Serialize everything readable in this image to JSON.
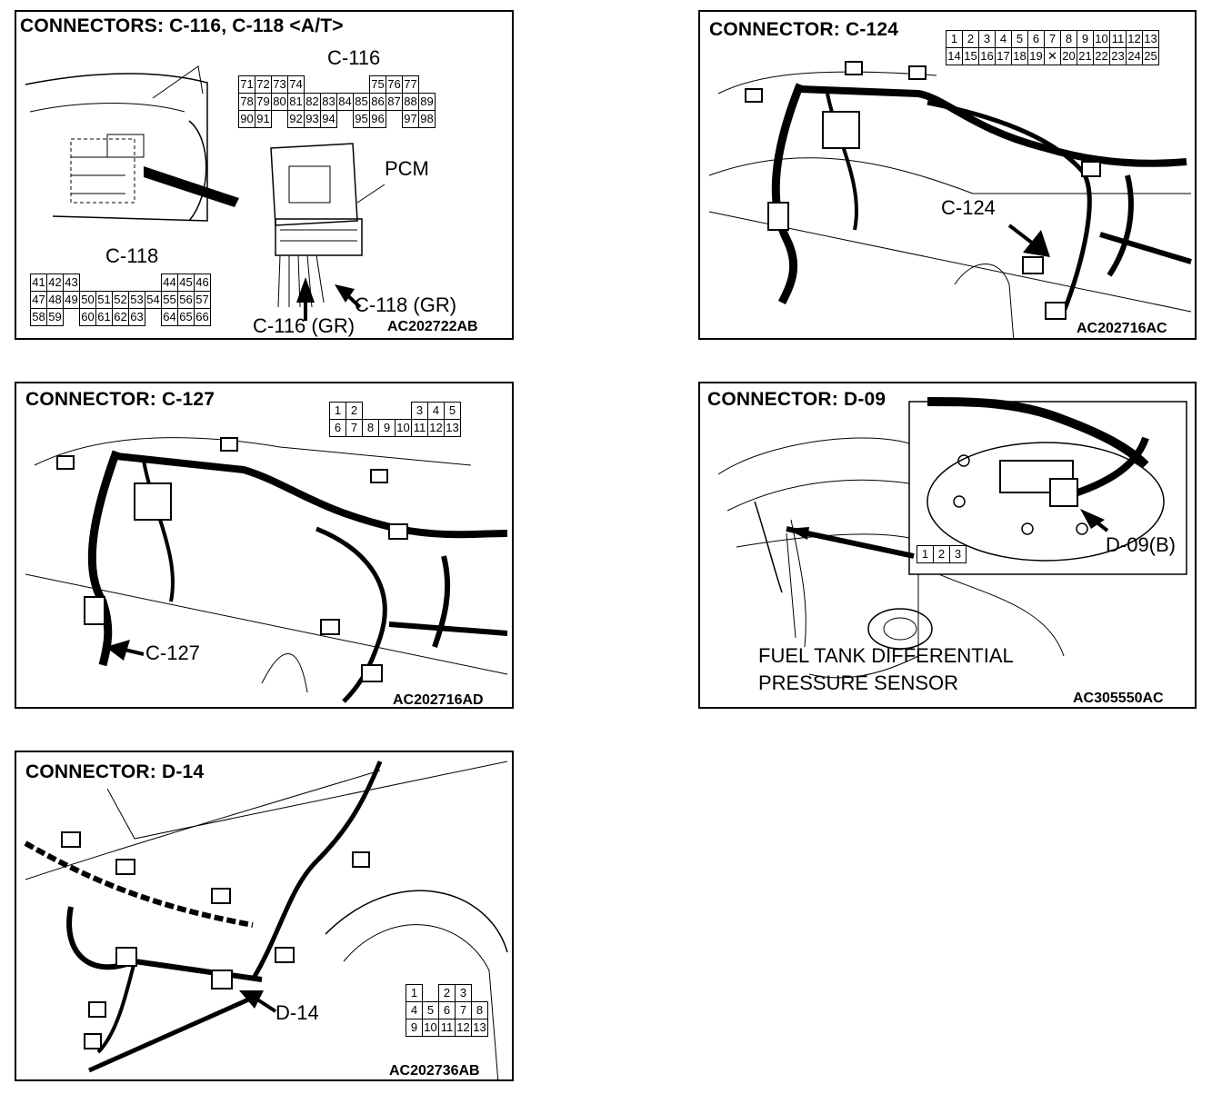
{
  "panels": {
    "c116": {
      "title": "CONNECTORS: C-116, C-118 <A/T>",
      "code": "AC202722AB",
      "c116_label": "C-116",
      "c118_label": "C-118",
      "pcm_label": "PCM",
      "c118_callout": "C-118 (GR)",
      "c116_callout": "C-116 (GR)",
      "c116_pins": [
        [
          "71",
          "72",
          "73",
          "74",
          "",
          "",
          "",
          "",
          "75",
          "76",
          "77"
        ],
        [
          "78",
          "79",
          "80",
          "81",
          "82",
          "83",
          "84",
          "85",
          "86",
          "87",
          "88",
          "89"
        ],
        [
          "90",
          "91",
          "",
          "92",
          "93",
          "94",
          "",
          "95",
          "96",
          "",
          "97",
          "98"
        ]
      ],
      "c118_pins": [
        [
          "41",
          "42",
          "43",
          "",
          "",
          "",
          "",
          "",
          "44",
          "45",
          "46"
        ],
        [
          "47",
          "48",
          "49",
          "50",
          "51",
          "52",
          "53",
          "54",
          "55",
          "56",
          "57"
        ],
        [
          "58",
          "59",
          "",
          "60",
          "61",
          "62",
          "63",
          "",
          "64",
          "65",
          "66"
        ]
      ]
    },
    "c124": {
      "title": "CONNECTOR: C-124",
      "code": "AC202716AC",
      "callout": "C-124",
      "pins_row1": [
        "1",
        "2",
        "3",
        "4",
        "5",
        "6",
        "7",
        "8",
        "9",
        "10",
        "11",
        "12",
        "13"
      ],
      "pins_row2": [
        "14",
        "15",
        "16",
        "17",
        "18",
        "19",
        "✕",
        "20",
        "21",
        "22",
        "23",
        "24",
        "25"
      ]
    },
    "c127": {
      "title": "CONNECTOR: C-127",
      "code": "AC202716AD",
      "callout": "C-127",
      "pins_row1": [
        "1",
        "2",
        "",
        "",
        "",
        "3",
        "4",
        "5"
      ],
      "pins_row2": [
        "6",
        "7",
        "8",
        "9",
        "10",
        "11",
        "12",
        "13"
      ]
    },
    "d09": {
      "title": "CONNECTOR: D-09",
      "code": "AC305550AC",
      "callout": "D-09(B)",
      "sensor_line1": "FUEL TANK DIFFERENTIAL",
      "sensor_line2": "PRESSURE SENSOR",
      "pins": [
        "1",
        "2",
        "3"
      ]
    },
    "d14": {
      "title": "CONNECTOR: D-14",
      "code": "AC202736AB",
      "callout": "D-14",
      "pins_row1": [
        "1",
        "",
        "2",
        "3"
      ],
      "pins_row2": [
        "4",
        "5",
        "6",
        "7",
        "8"
      ],
      "pins_row3": [
        "9",
        "10",
        "11",
        "12",
        "13"
      ]
    }
  },
  "icons": [
    "pcm-module-illustration",
    "wiring-harness-illustration",
    "fuel-tank-illustration",
    "pointer-arrow-icon"
  ]
}
